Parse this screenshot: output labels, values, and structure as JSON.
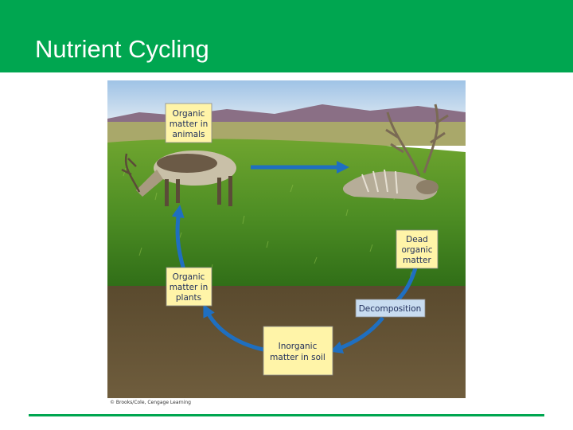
{
  "slide": {
    "title": "Nutrient Cycling"
  },
  "diagram": {
    "labels": {
      "animals": [
        "Organic",
        "matter in",
        "animals"
      ],
      "dead": [
        "Dead",
        "organic",
        "matter"
      ],
      "plants": [
        "Organic",
        "matter in",
        "plants"
      ],
      "decomposition": "Decomposition",
      "soil": [
        "Inorganic",
        "matter in soil"
      ]
    },
    "credit": "© Brooks/Cole, Cengage Learning",
    "colors": {
      "header": "#00a650",
      "arrow": "#1f6fc0",
      "label_box": "#fff4a8",
      "decomposition_box": "#c8dcf0"
    }
  }
}
